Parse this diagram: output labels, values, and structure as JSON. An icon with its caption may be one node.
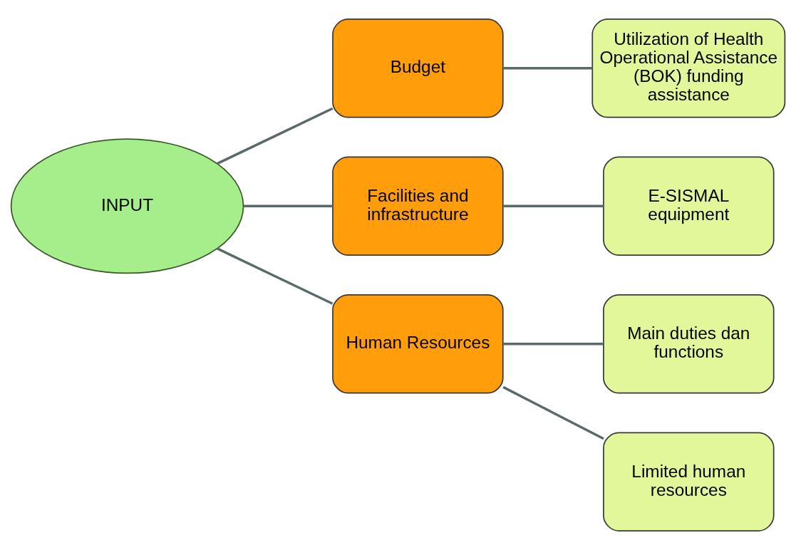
{
  "diagram": {
    "nodes": [
      {
        "text": [
          "INPUT"
        ]
      },
      {
        "text": [
          "Budget"
        ]
      },
      {
        "text": [
          "Facilities and infrastructure"
        ]
      },
      {
        "text": [
          "Human Resources"
        ]
      },
      {
        "text": [
          "Utilization of Health Operational Assistance (BOK) funding assistance"
        ]
      },
      {
        "text": [
          "E-SISMAL equipment"
        ]
      },
      {
        "text": [
          "Main duties dan functions"
        ]
      },
      {
        "text": [
          "Limited human resources"
        ]
      }
    ],
    "edges": [
      {
        "from": 0,
        "to": 1,
        "arrow": "none"
      },
      {
        "from": 0,
        "to": 2,
        "arrow": "none"
      },
      {
        "from": 0,
        "to": 3,
        "arrow": "none"
      },
      {
        "from": 1,
        "to": 4,
        "arrow": "none"
      },
      {
        "from": 2,
        "to": 5,
        "arrow": "none"
      },
      {
        "from": 3,
        "to": 6,
        "arrow": "none"
      },
      {
        "from": 3,
        "to": 7,
        "arrow": "none"
      }
    ]
  }
}
